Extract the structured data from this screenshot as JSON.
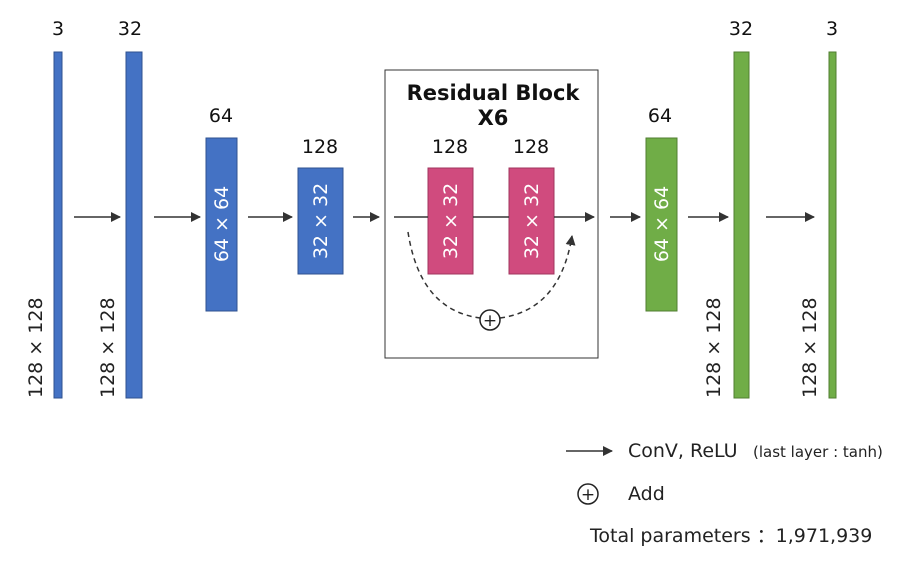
{
  "colors": {
    "encoder": "#4472C4",
    "residual": "#D04B7E",
    "decoder": "#70AD47",
    "arrow": "#333333"
  },
  "layers": {
    "l1": {
      "channels": "3",
      "size": "128 × 128"
    },
    "l2": {
      "channels": "32",
      "size": "128 × 128"
    },
    "l3": {
      "channels": "64",
      "size": "64 × 64"
    },
    "l4": {
      "channels": "128",
      "size": "32 × 32"
    },
    "r1": {
      "channels": "128",
      "size": "32 × 32"
    },
    "r2": {
      "channels": "128",
      "size": "32 × 32"
    },
    "l5": {
      "channels": "64",
      "size": "64 × 64"
    },
    "l6": {
      "channels": "32",
      "size": "128 × 128"
    },
    "l7": {
      "channels": "3",
      "size": "128 × 128"
    }
  },
  "residual_block": {
    "title": "Residual Block",
    "repeat": "X6"
  },
  "legend": {
    "conv_label": "ConV, ReLU",
    "conv_note": "(last layer : tanh)",
    "add_label": "Add",
    "add_symbol": "+",
    "total_params": "Total parameters ：1,971,939"
  }
}
